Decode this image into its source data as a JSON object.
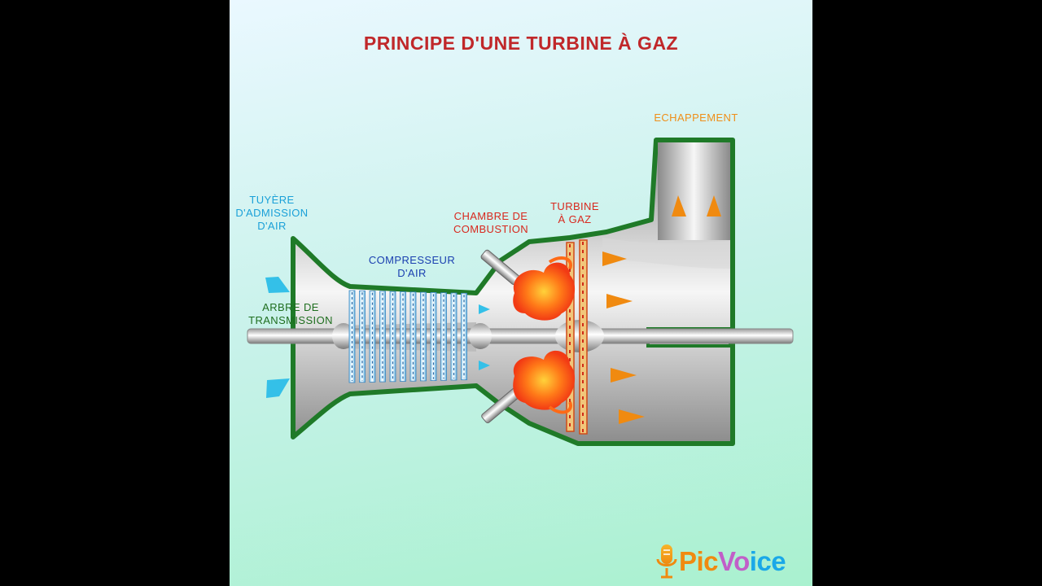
{
  "diagram": {
    "title": "PRINCIPE D'UNE TURBINE À GAZ",
    "labels": {
      "echappement": "ECHAPPEMENT",
      "tuyere": "TUYÈRE\nD'ADMISSION\nD'AIR",
      "compresseur": "COMPRESSEUR\nD'AIR",
      "chambre": "CHAMBRE DE\nCOMBUSTION",
      "turbine": "TURBINE\nÀ GAZ",
      "arbre": "ARBRE DE\nTRANSMISSION"
    },
    "colors": {
      "title": "#c0282a",
      "tuyere": "#1aa0d8",
      "compresseur": "#1a3fb0",
      "chambre": "#d8281e",
      "turbine": "#d8281e",
      "echappement": "#ef8f1a",
      "arbre": "#1f6e1f",
      "casing_outline": "#1f7a28",
      "intake_arrows": "#34c0e8",
      "exhaust_arrows": "#f08a10"
    }
  },
  "watermark": {
    "brand_part1": "Pic",
    "brand_part2": "Vo",
    "brand_part3": "ice",
    "icon": "microphone-icon"
  }
}
